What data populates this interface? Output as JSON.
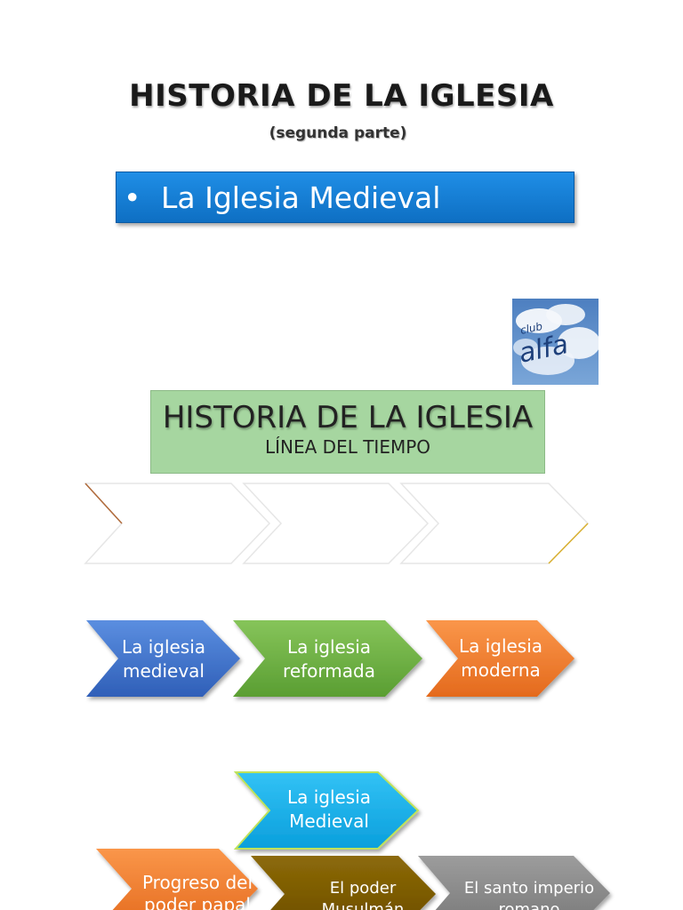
{
  "header": {
    "title": "HISTORIA DE LA IGLESIA",
    "subtitle": "(segunda parte)"
  },
  "bullet_bar": {
    "bullet": "•",
    "text": "La Iglesia Medieval",
    "color": "#1a86dd"
  },
  "logo": {
    "word_top": "club",
    "word_main": "alfa"
  },
  "timeline_box": {
    "title": "HISTORIA DE LA IGLESIA",
    "subtitle": "LÍNEA DEL TIEMPO",
    "color": "#a6d6a0"
  },
  "periods": [
    {
      "line1": "La iglesia",
      "line2": "medieval",
      "color": "#3f72d0"
    },
    {
      "line1": "La iglesia",
      "line2": "reformada",
      "color": "#6fb344"
    },
    {
      "line1": "La iglesia",
      "line2": "moderna",
      "color": "#f07d2e"
    }
  ],
  "medieval": {
    "line1": "La iglesia",
    "line2": "Medieval",
    "color": "#16b2ec"
  },
  "subtopics": [
    {
      "line1": "Progreso del",
      "line2": "poder papal",
      "color": "#f58a3c"
    },
    {
      "line1": "El poder",
      "line2": "Musulmán",
      "color": "#7a5a00"
    },
    {
      "line1": "El santo imperio",
      "line2": "romano",
      "color": "#8a8a8a"
    }
  ]
}
